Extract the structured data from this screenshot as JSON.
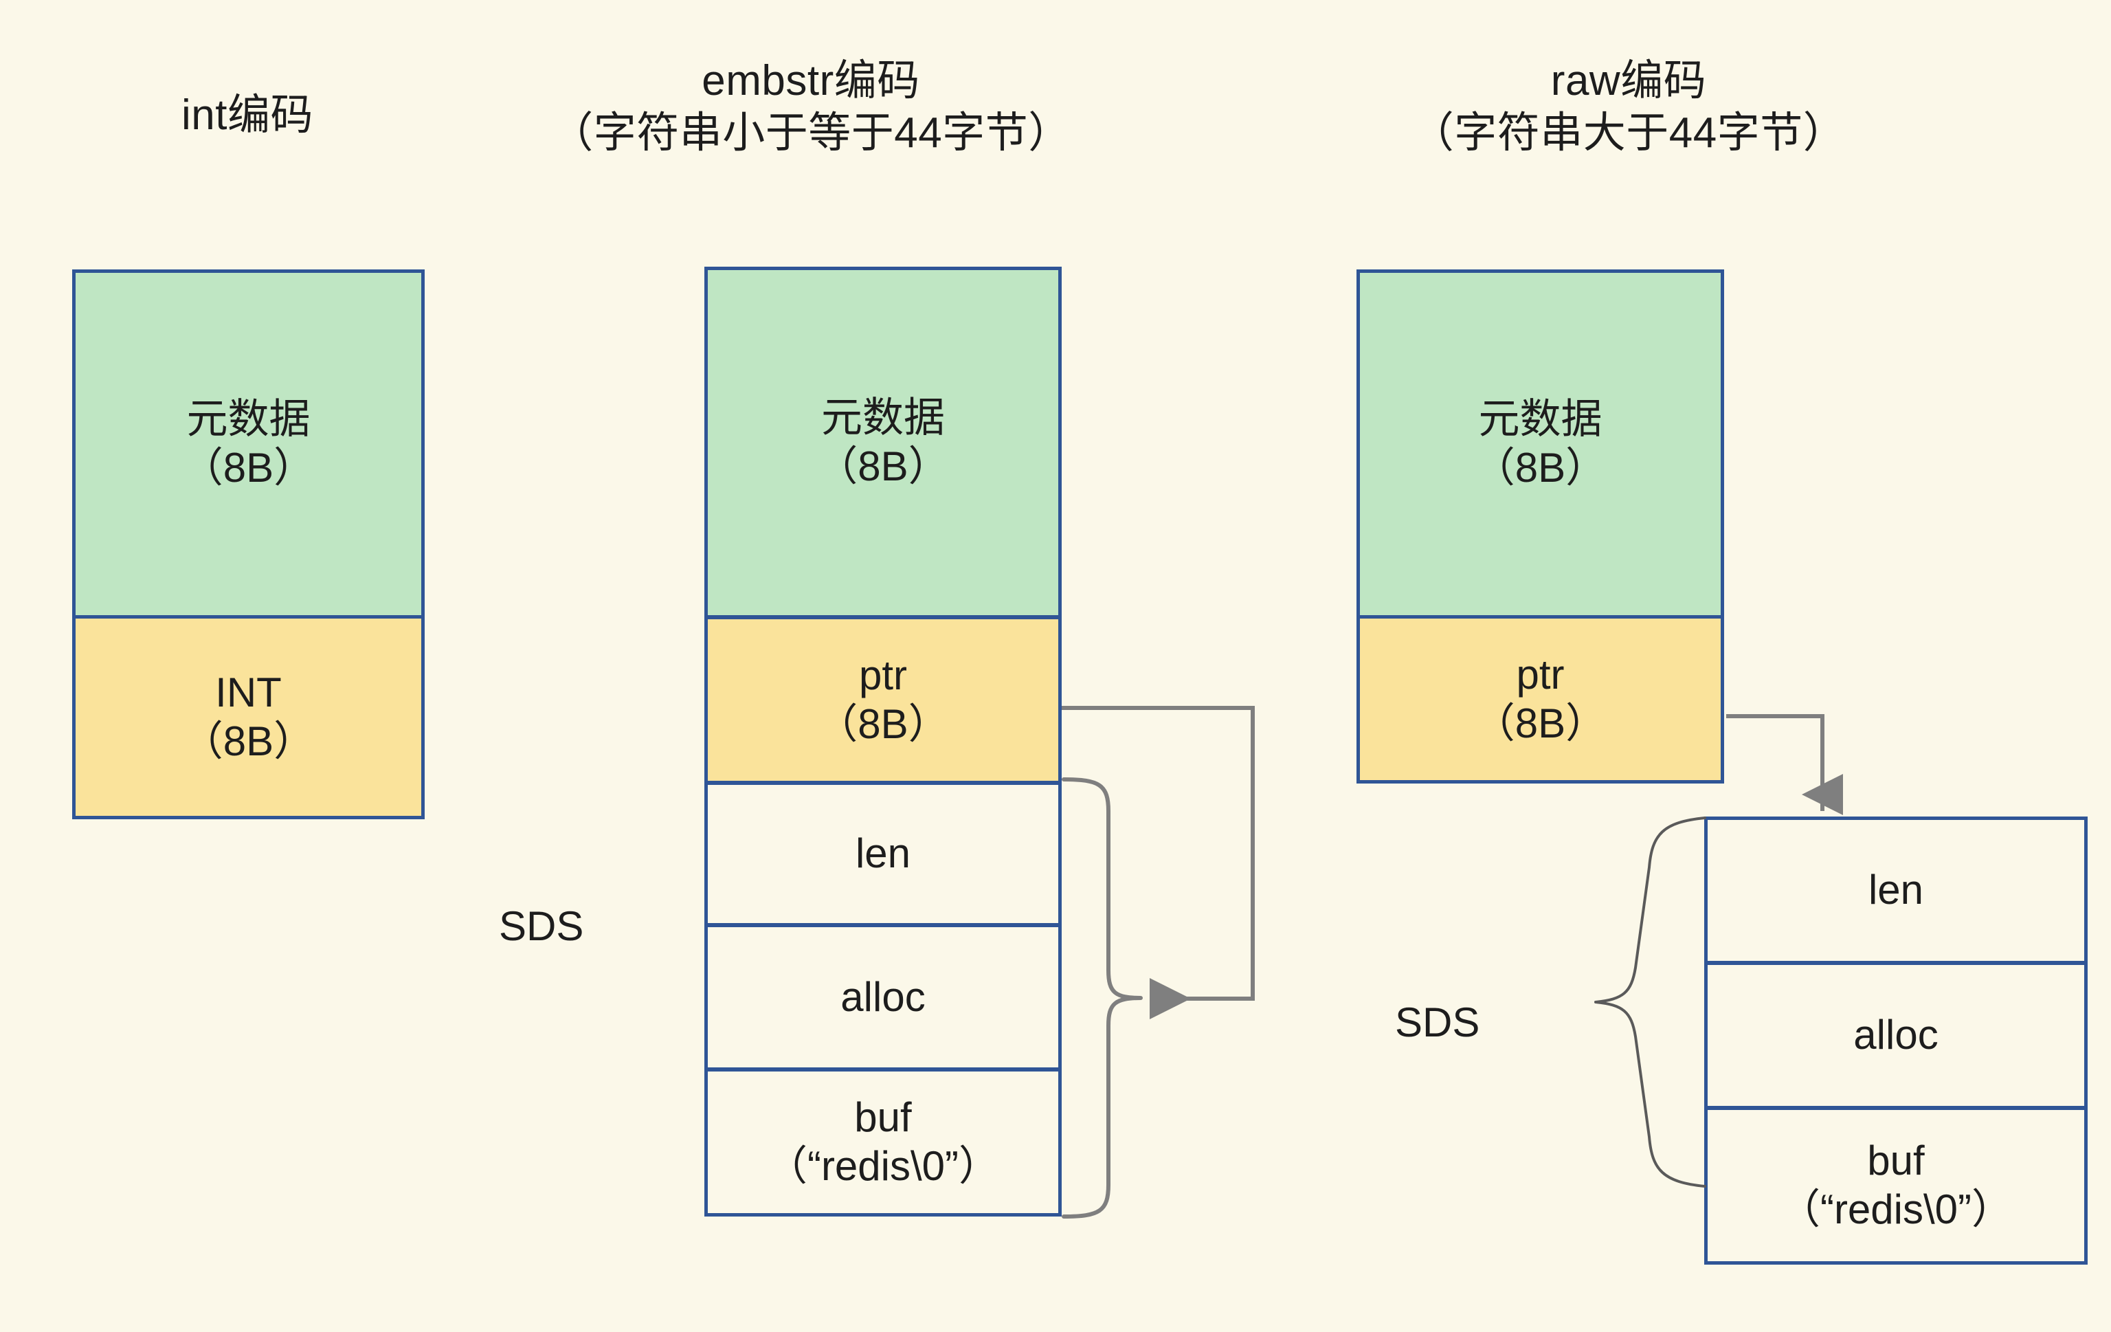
{
  "diagram": {
    "background_color": "#fbf8e9",
    "box_border_color": "#2f5596",
    "metadata_fill": "#bfe6c3",
    "pointer_fill": "#fae39b",
    "plain_fill": "#fbf8e9",
    "connector_color": "#7f7f7f",
    "brace_color": "#5a5a5a"
  },
  "columns": [
    {
      "id": "int",
      "heading": "int编码",
      "heading_lines": [
        "int编码"
      ],
      "blocks": [
        {
          "id": "metadata",
          "label": "元数据\n（8B）",
          "fill": "metadata"
        },
        {
          "id": "int-value",
          "label": "INT\n（8B）",
          "fill": "pointer"
        }
      ]
    },
    {
      "id": "embstr",
      "heading": "embstr编码\n（字符串小于等于44字节）",
      "heading_lines": [
        "embstr编码",
        "（字符串小于等于44字节）"
      ],
      "sds_label": "SDS",
      "blocks": [
        {
          "id": "metadata",
          "label": "元数据\n（8B）",
          "fill": "metadata"
        },
        {
          "id": "ptr",
          "label": "ptr\n（8B）",
          "fill": "pointer"
        },
        {
          "id": "len",
          "label": "len",
          "fill": "plain"
        },
        {
          "id": "alloc",
          "label": "alloc",
          "fill": "plain"
        },
        {
          "id": "buf",
          "label": "buf\n（“redis\\0”）",
          "fill": "plain"
        }
      ]
    },
    {
      "id": "raw",
      "heading": "raw编码\n（字符串大于44字节）",
      "heading_lines": [
        "raw编码",
        "（字符串大于44字节）"
      ],
      "sds_label": "SDS",
      "blocks": [
        {
          "id": "metadata",
          "label": "元数据\n（8B）",
          "fill": "metadata"
        },
        {
          "id": "ptr",
          "label": "ptr\n（8B）",
          "fill": "pointer"
        },
        {
          "id": "len",
          "label": "len",
          "fill": "plain"
        },
        {
          "id": "alloc",
          "label": "alloc",
          "fill": "plain"
        },
        {
          "id": "buf",
          "label": "buf\n（“redis\\0”）",
          "fill": "plain"
        }
      ]
    }
  ]
}
